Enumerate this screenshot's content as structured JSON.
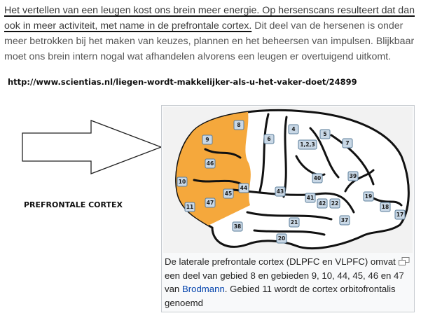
{
  "article": {
    "underlined_part1": "Het vertellen van een leugen kost ons brein meer energie. Op hersenscans resulteert dat dan",
    "underlined_part2": "ook in meer activiteit, met name in de prefrontale cortex.",
    "rest": " Dit deel van de hersenen is onder meer betrokken bij het maken van keuzes, plannen en het beheersen van impulsen. Blijkbaar moet ons brein intern nogal wat afhandelen alvorens een leugen er overtuigend uitkomt."
  },
  "source_url": "http://www.scientias.nl/liegen-wordt-makkelijker-als-u-het-vaker-doet/24899",
  "label": "PREFRONTALE CORTEX",
  "figure": {
    "caption_before_link": "De laterale prefrontale cortex (DLPFC en VLPFC) omvat een deel van gebied 8 en gebieden 9, 10, 44, 45, 46 en 47 van ",
    "link_text": "Brodmann",
    "caption_after_link": ". Gebied 11 wordt de cortex orbitofrontalis genoemd",
    "highlight_color": "#f5a83c",
    "brodmann_areas": [
      "8",
      "9",
      "6",
      "4",
      "5",
      "7",
      "1,2,3",
      "46",
      "10",
      "44",
      "45",
      "47",
      "11",
      "43",
      "40",
      "41",
      "42",
      "22",
      "39",
      "19",
      "18",
      "17",
      "21",
      "37",
      "38",
      "20"
    ]
  }
}
